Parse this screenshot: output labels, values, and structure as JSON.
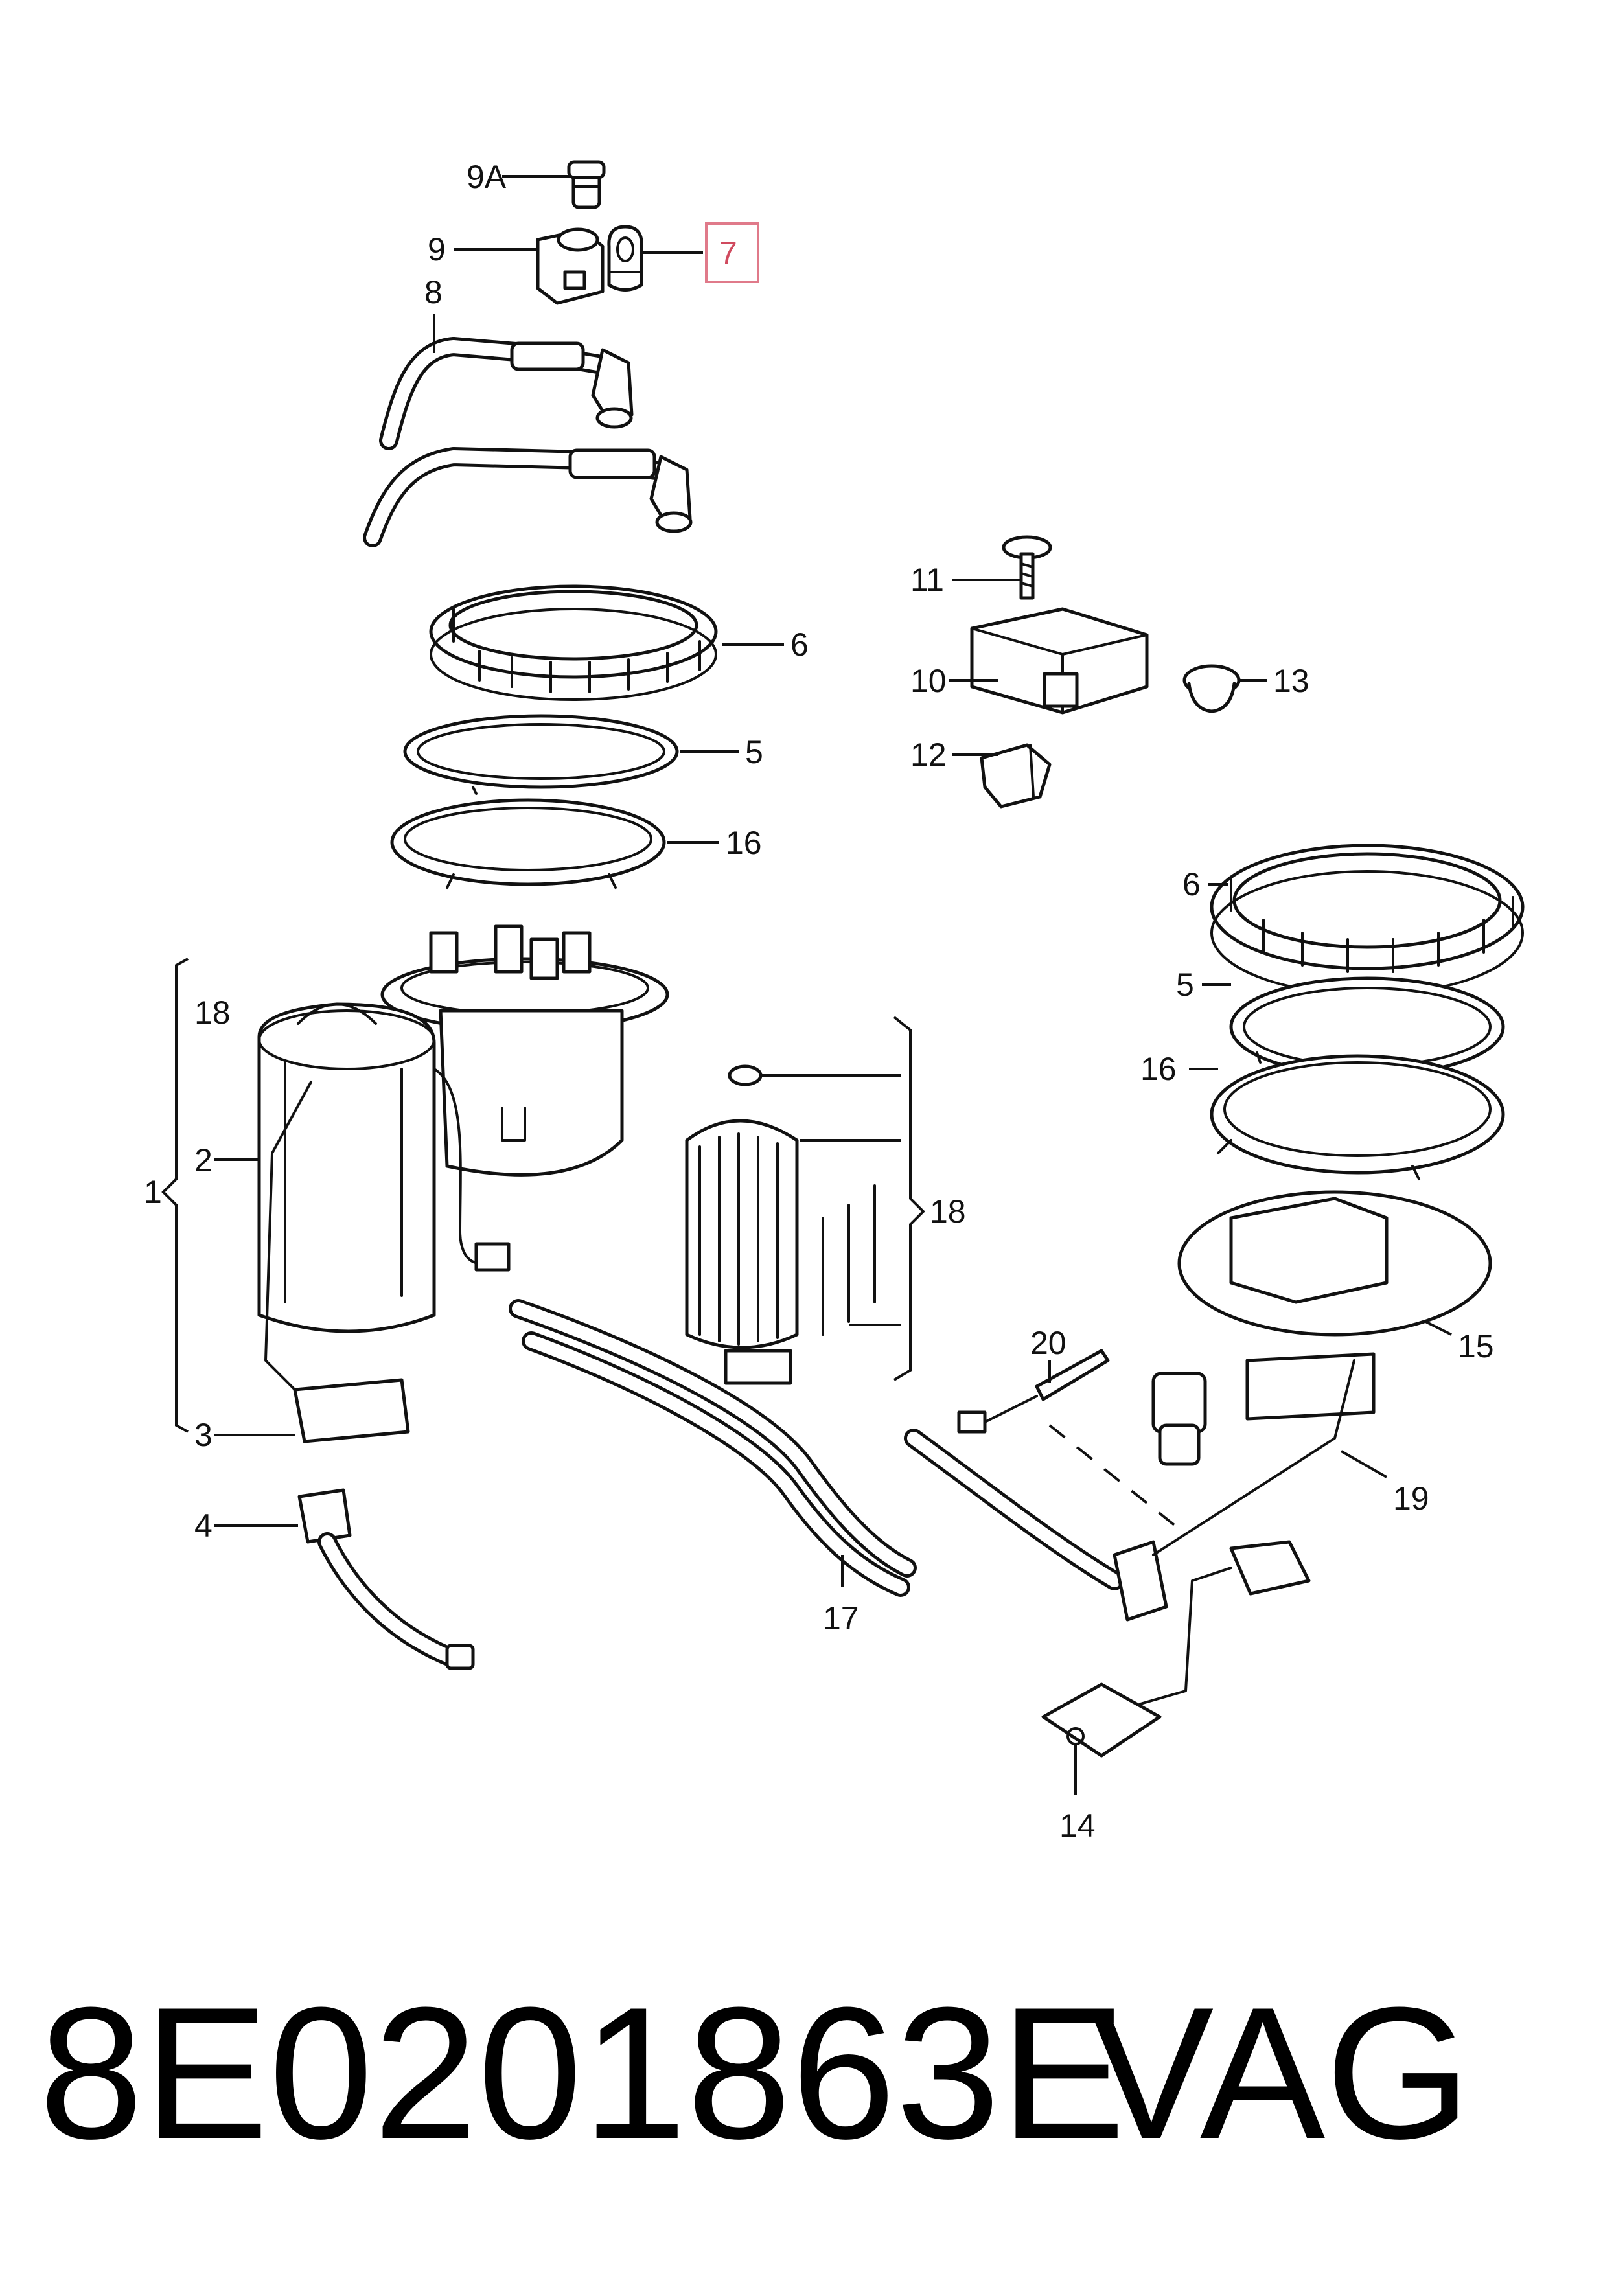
{
  "callouts": {
    "c9a": "9A",
    "c9": "9",
    "c7": "7",
    "c8": "8",
    "c11": "11",
    "c10": "10",
    "c12": "12",
    "c13": "13",
    "c6_left": "6",
    "c5_left": "5",
    "c16_left": "16",
    "c6_right": "6",
    "c5_right": "5",
    "c16_right": "16",
    "c18_left": "18",
    "c1": "1",
    "c2": "2",
    "c3": "3",
    "c4": "4",
    "c18_right": "18",
    "c17": "17",
    "c20": "20",
    "c15": "15",
    "c19": "19",
    "c14": "14"
  },
  "highlighted_callout": "7",
  "highlight_color": "#e07a8a",
  "caption": {
    "part_number": "8E0201863E",
    "brand": "VAG"
  }
}
